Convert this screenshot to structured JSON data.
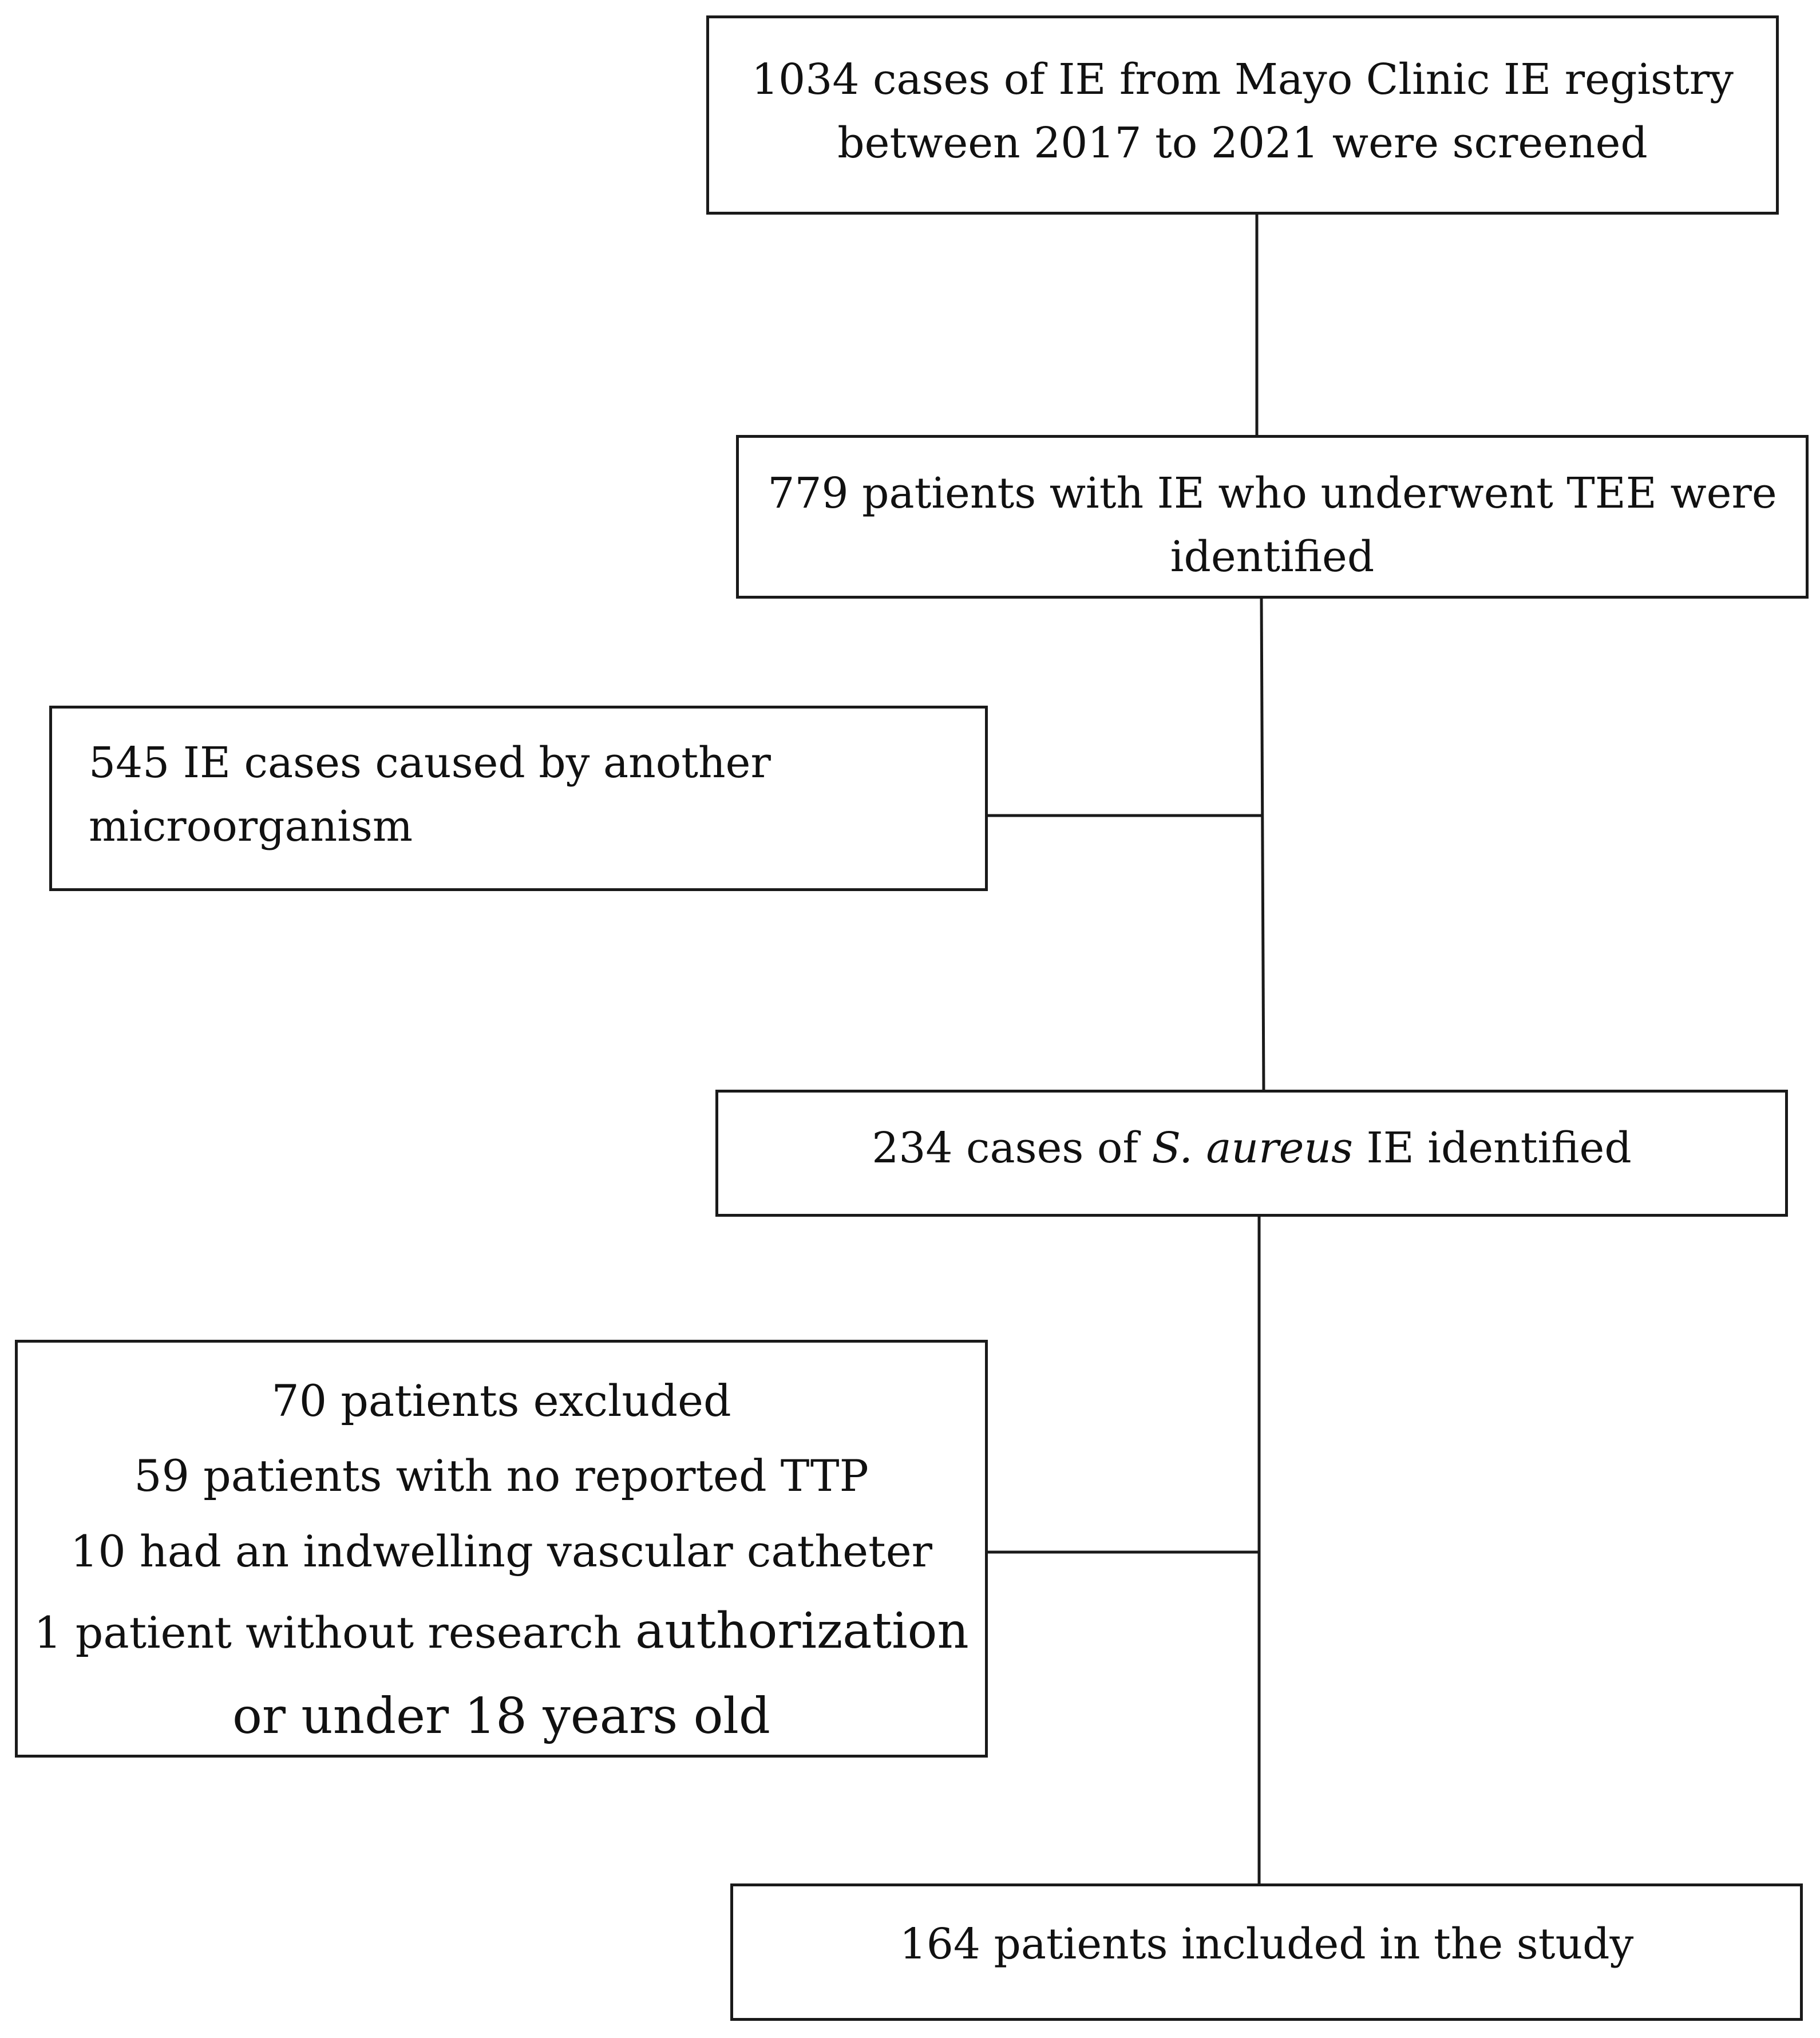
{
  "flowchart": {
    "screened": {
      "lines": [
        "1034 cases of IE from Mayo Clinic IE registry",
        "between 2017 to 2021 were screened"
      ]
    },
    "tee": {
      "lines": [
        "779 patients with IE who underwent TEE were",
        "identified"
      ]
    },
    "other_organism": {
      "lines": [
        "545 IE cases caused by another",
        "microorganism"
      ]
    },
    "saureus": {
      "prefix": "234 cases of ",
      "organism": "S. aureus",
      "suffix": " IE identified"
    },
    "excluded": {
      "lines": [
        "70 patients excluded",
        "59 patients with no reported TTP",
        "10 had an indwelling vascular catheter"
      ],
      "authorization_prefix": "1 patient without research ",
      "authorization_word": "authorization",
      "age_line": "or under 18 years old"
    },
    "included": {
      "lines": [
        "164 patients included in the study"
      ]
    }
  },
  "colors": {
    "stroke": "#1a1a1a",
    "background": "#ffffff"
  }
}
